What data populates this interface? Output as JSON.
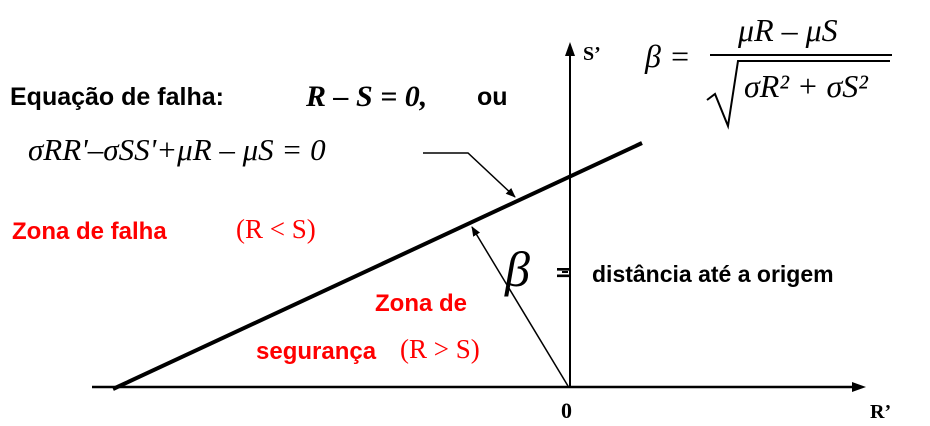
{
  "diagram": {
    "failure_equation": {
      "label": "Equação de falha:",
      "expr": "R – S = 0,",
      "or": "ou"
    },
    "normalized_equation": "σRR'–σSS'+μR – μS = 0",
    "beta_formula": {
      "lhs": "β =",
      "numerator": "μR – μS",
      "denominator": "σR² + σS²"
    },
    "fail_zone": {
      "label": "Zona de falha",
      "condition": "(R < S)"
    },
    "safe_zone": {
      "line1": "Zona de",
      "line2": "segurança",
      "condition": "(R > S)"
    },
    "beta_symbol": "β",
    "beta_equals": "=",
    "beta_meaning": "distância até a origem",
    "axis_s": "S’",
    "axis_r": "R’",
    "origin": "0",
    "colors": {
      "zone_text": "#ff0000",
      "lines": "#000000"
    }
  }
}
